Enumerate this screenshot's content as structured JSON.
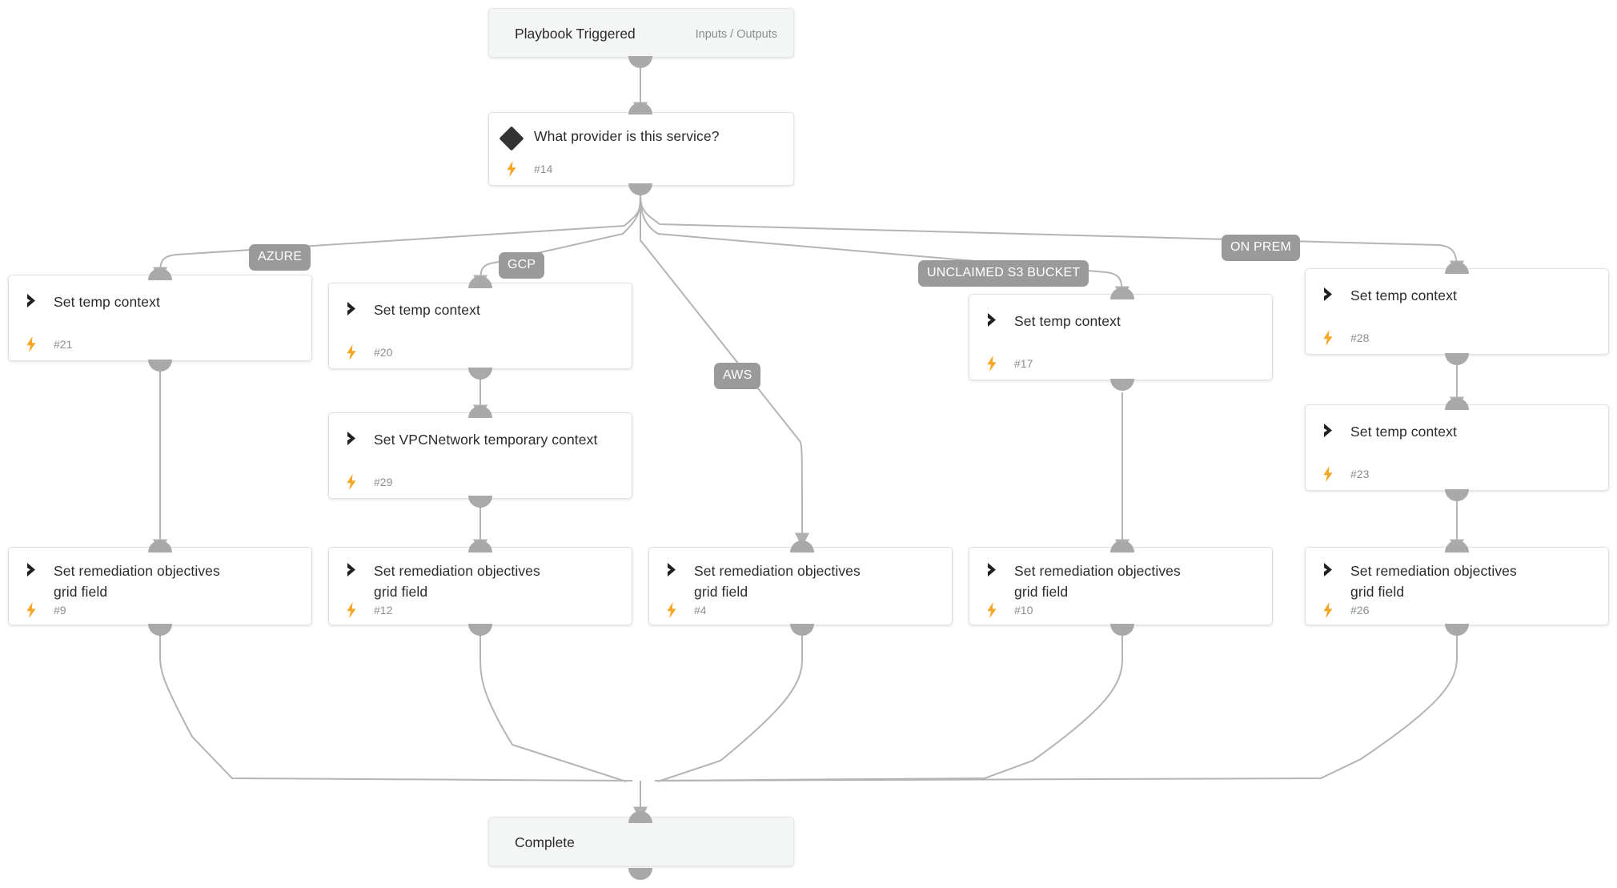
{
  "diagram": {
    "type": "playbook-workflow-graph",
    "title_node": {
      "label": "Playbook Triggered",
      "side_label": "Inputs / Outputs"
    },
    "end_node": {
      "label": "Complete"
    },
    "decision_node": {
      "label": "What provider is this service?",
      "id": "#14",
      "icon": "diamond-icon",
      "bolt": "lightning-icon"
    },
    "branch_labels": [
      {
        "id": "azure",
        "label": "AZURE"
      },
      {
        "id": "gcp",
        "label": "GCP"
      },
      {
        "id": "aws",
        "label": "AWS"
      },
      {
        "id": "s3",
        "label": "UNCLAIMED S3 BUCKET"
      },
      {
        "id": "onprem",
        "label": "ON PREM"
      }
    ],
    "nodes": [
      {
        "key": "n21",
        "label": "Set temp context",
        "id": "#21",
        "icon": "chevron-right-icon",
        "bolt": "lightning-icon"
      },
      {
        "key": "n20",
        "label": "Set temp context",
        "id": "#20",
        "icon": "chevron-right-icon",
        "bolt": "lightning-icon"
      },
      {
        "key": "n17",
        "label": "Set temp context",
        "id": "#17",
        "icon": "chevron-right-icon",
        "bolt": "lightning-icon"
      },
      {
        "key": "n28",
        "label": "Set temp context",
        "id": "#28",
        "icon": "chevron-right-icon",
        "bolt": "lightning-icon"
      },
      {
        "key": "n29",
        "label": "Set VPCNetwork temporary context",
        "id": "#29",
        "icon": "chevron-right-icon",
        "bolt": "lightning-icon"
      },
      {
        "key": "n23",
        "label": "Set temp context",
        "id": "#23",
        "icon": "chevron-right-icon",
        "bolt": "lightning-icon"
      },
      {
        "key": "n9",
        "label": "Set remediation objectives grid field",
        "id": "#9",
        "icon": "chevron-right-icon",
        "bolt": "lightning-icon"
      },
      {
        "key": "n12",
        "label": "Set remediation objectives grid field",
        "id": "#12",
        "icon": "chevron-right-icon",
        "bolt": "lightning-icon"
      },
      {
        "key": "n4",
        "label": "Set remediation objectives grid field",
        "id": "#4",
        "icon": "chevron-right-icon",
        "bolt": "lightning-icon"
      },
      {
        "key": "n10",
        "label": "Set remediation objectives grid field",
        "id": "#10",
        "icon": "chevron-right-icon",
        "bolt": "lightning-icon"
      },
      {
        "key": "n26",
        "label": "Set remediation objectives grid field",
        "id": "#26",
        "icon": "chevron-right-icon",
        "bolt": "lightning-icon"
      }
    ],
    "colors": {
      "edge": "#b4b4b4",
      "port": "#a9a9a9",
      "pill_bg": "#9a9a9a",
      "pill_text": "#ffffff",
      "card_bg": "#ffffff",
      "terminal_bg": "#f4f6f6",
      "card_border": "#e2e2e2",
      "title_text": "#2b2b2b",
      "muted_text": "#8a8f8f",
      "bolt": "#f5a623",
      "glyph": "#333333"
    }
  }
}
